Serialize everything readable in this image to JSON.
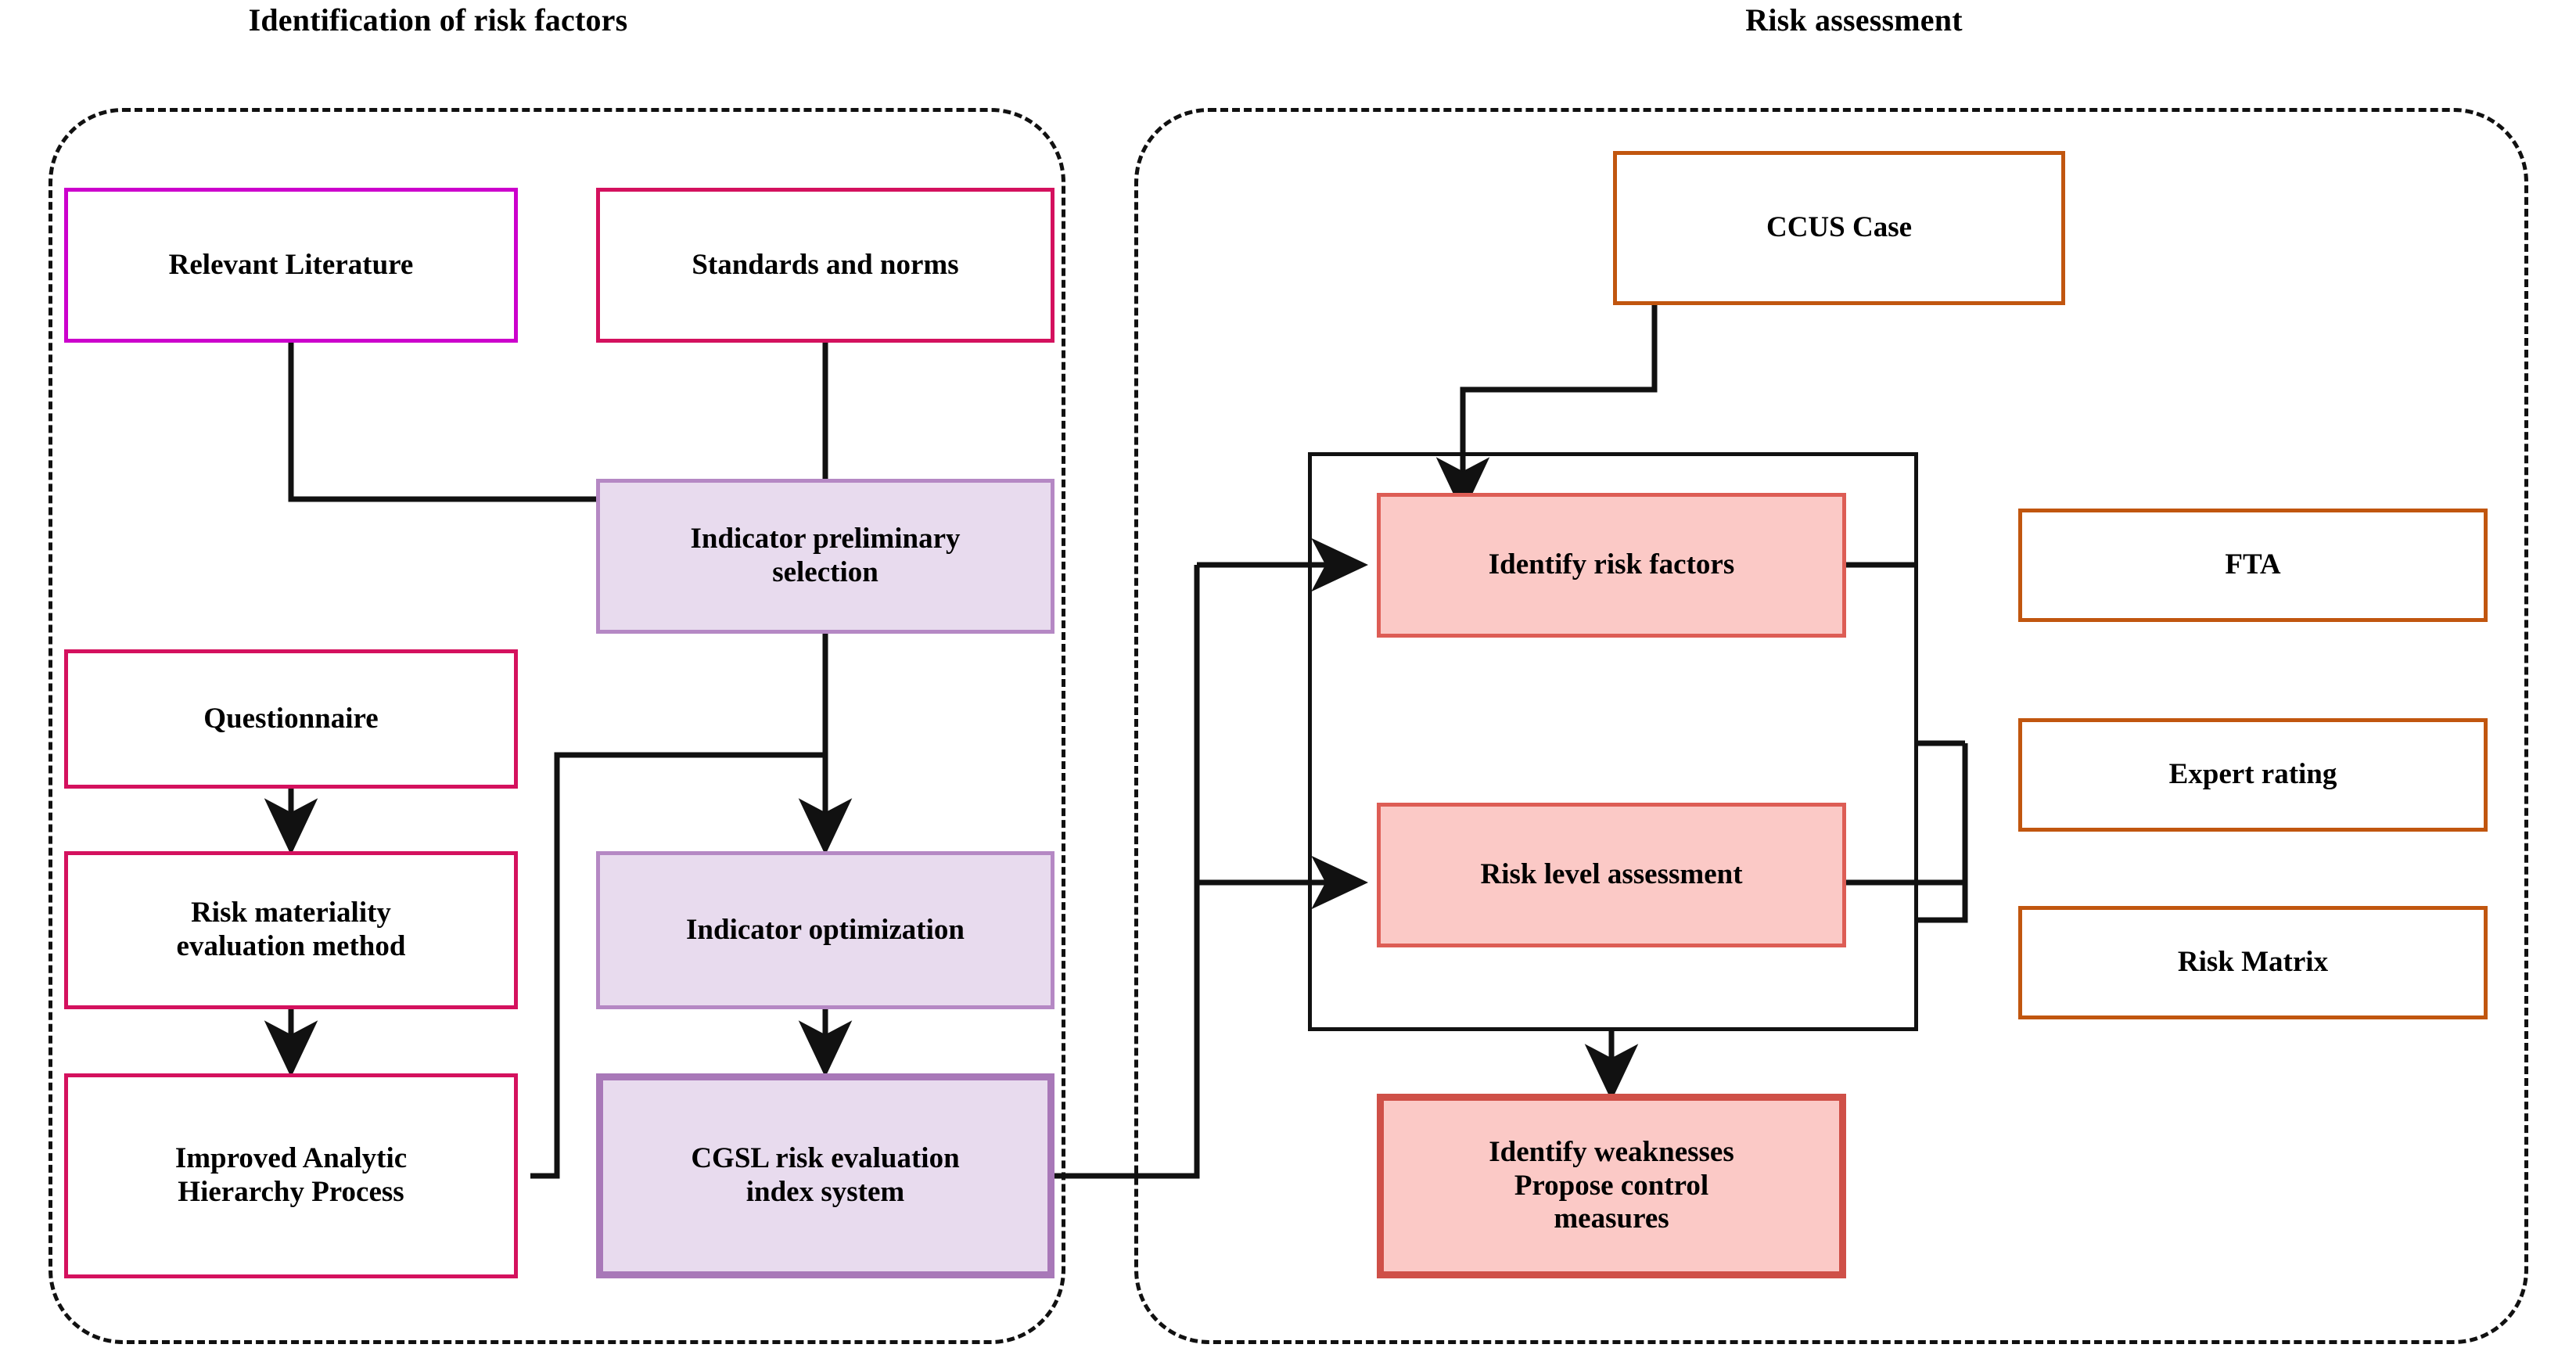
{
  "diagram": {
    "panels": [
      {
        "id": "identification",
        "title": "Identification of risk factors"
      },
      {
        "id": "assessment",
        "title": "Risk assessment"
      }
    ],
    "nodes": {
      "relevant_literature": "Relevant Literature",
      "standards_norms": "Standards and norms",
      "indicator_preliminary_selection": "Indicator preliminary selection",
      "questionnaire": "Questionnaire",
      "risk_materiality": "Risk materiality evaluation method",
      "improved_ahp": "Improved Analytic Hierarchy Process",
      "indicator_optimization": "Indicator optimization",
      "cgsl_index_system": "CGSL risk evaluation index system",
      "ccus_case": "CCUS Case",
      "identify_risk_factors": "Identify risk factors",
      "risk_level_assessment": "Risk level assessment",
      "identify_weaknesses": "Identify weaknesses Propose control measures",
      "fta": "FTA",
      "expert_rating": "Expert rating",
      "risk_matrix": "Risk Matrix"
    },
    "node_lines": {
      "indicator_preliminary_selection": [
        "Indicator preliminary",
        "selection"
      ],
      "risk_materiality": [
        "Risk materiality",
        "evaluation method"
      ],
      "improved_ahp": [
        "Improved Analytic",
        "Hierarchy Process"
      ],
      "cgsl_index_system": [
        "CGSL risk evaluation",
        "index system"
      ],
      "identify_weaknesses": [
        "Identify weaknesses",
        "Propose control",
        "measures"
      ]
    },
    "colors": {
      "magenta_border": "#cc00cc",
      "crimson_border": "#d4115e",
      "lilac_fill": "#e8dbee",
      "lilac_border": "#b588c4",
      "lilac_border_strong": "#a878b8",
      "pink_fill": "#fbc9c6",
      "pink_border": "#dd5d55",
      "pink_border_strong": "#cf5048",
      "orange_border": "#c1560f",
      "connector": "#111111",
      "group_border": "#111111"
    },
    "edges": [
      {
        "from": "relevant_literature",
        "to": "indicator_preliminary_selection",
        "style": "elbow",
        "arrow": true
      },
      {
        "from": "standards_norms",
        "to": "indicator_preliminary_selection",
        "style": "straight",
        "arrow": true
      },
      {
        "from": "questionnaire",
        "to": "risk_materiality",
        "style": "straight",
        "arrow": true
      },
      {
        "from": "risk_materiality",
        "to": "improved_ahp",
        "style": "straight",
        "arrow": true
      },
      {
        "from": "indicator_preliminary_selection",
        "to": "indicator_optimization",
        "style": "straight",
        "arrow": true
      },
      {
        "from": "indicator_optimization",
        "to": "cgsl_index_system",
        "style": "straight",
        "arrow": true
      },
      {
        "from": "improved_ahp",
        "to": "indicator_optimization",
        "style": "elbow",
        "arrow": false
      },
      {
        "from": "cgsl_index_system",
        "to": "identify_risk_factors",
        "style": "elbow",
        "arrow": true
      },
      {
        "from": "cgsl_index_system",
        "to": "risk_level_assessment",
        "style": "elbow",
        "arrow": true
      },
      {
        "from": "ccus_case",
        "to": "identify_risk_factors",
        "style": "elbow",
        "arrow": true
      },
      {
        "from": "fta",
        "to": "identify_risk_factors",
        "style": "straight",
        "arrow": true
      },
      {
        "from": "expert_rating",
        "to": "risk_level_assessment",
        "style": "elbow",
        "arrow": true
      },
      {
        "from": "risk_matrix",
        "to": "risk_level_assessment",
        "style": "elbow",
        "arrow": true
      },
      {
        "from": "risk_level_assessment",
        "to": "identify_weaknesses",
        "style": "elbow",
        "arrow": true
      }
    ]
  }
}
